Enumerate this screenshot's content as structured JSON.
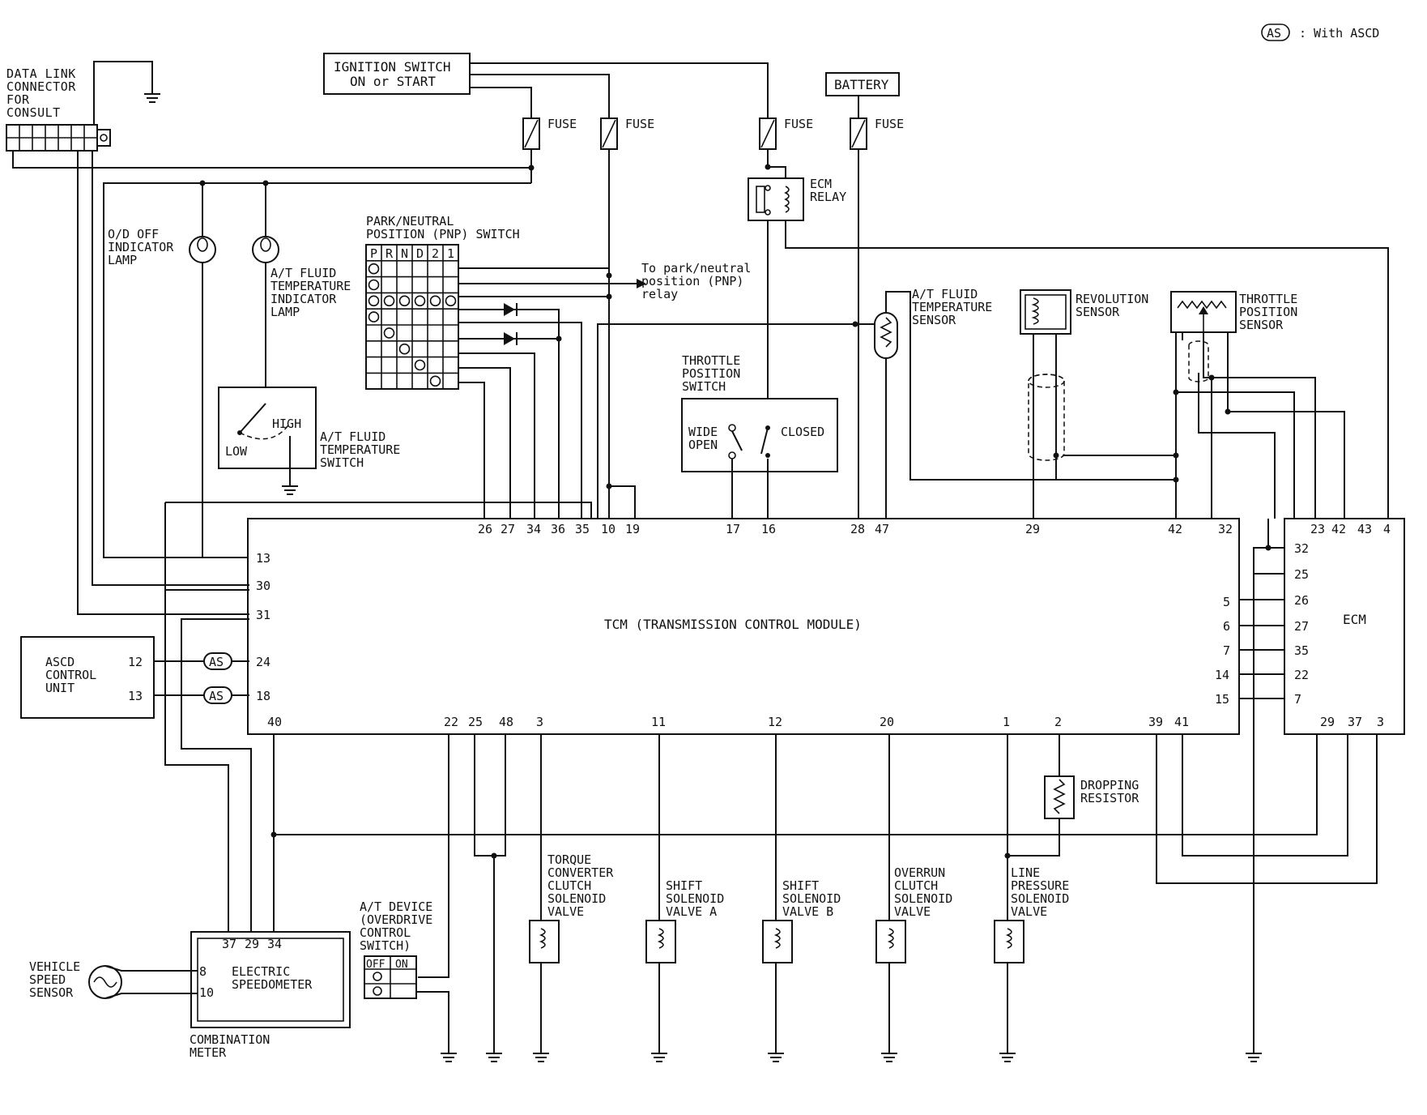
{
  "legend": {
    "badge": "AS",
    "text": ": With ASCD"
  },
  "labels": {
    "dlc": [
      "DATA LINK",
      "CONNECTOR",
      "FOR",
      "CONSULT"
    ],
    "ignition": [
      "IGNITION SWITCH",
      "ON or START"
    ],
    "battery": "BATTERY",
    "fuse": "FUSE",
    "ecm_relay": [
      "ECM",
      "RELAY"
    ],
    "od_lamp": [
      "O/D OFF",
      "INDICATOR",
      "LAMP"
    ],
    "atf_lamp": [
      "A/T FLUID",
      "TEMPERATURE",
      "INDICATOR",
      "LAMP"
    ],
    "pnp_title": [
      "PARK/NEUTRAL",
      "POSITION (PNP) SWITCH"
    ],
    "pnp_cols": [
      "P",
      "R",
      "N",
      "D",
      "2",
      "1"
    ],
    "pnp_relay": [
      "To park/neutral",
      "position (PNP)",
      "relay"
    ],
    "atf_temp_switch": [
      "A/T FLUID",
      "TEMPERATURE",
      "SWITCH"
    ],
    "high": "HIGH",
    "low": "LOW",
    "tps_switch": [
      "THROTTLE",
      "POSITION",
      "SWITCH"
    ],
    "wide_open": [
      "WIDE",
      "OPEN"
    ],
    "closed": "CLOSED",
    "atf_temp_sensor": [
      "A/T FLUID",
      "TEMPERATURE",
      "SENSOR"
    ],
    "revolution_sensor": [
      "REVOLUTION",
      "SENSOR"
    ],
    "throttle_sensor": [
      "THROTTLE",
      "POSITION",
      "SENSOR"
    ],
    "tcm": "TCM (TRANSMISSION CONTROL MODULE)",
    "ecm": "ECM",
    "ascd": [
      "ASCD",
      "CONTROL",
      "UNIT"
    ],
    "dropping_resistor": [
      "DROPPING",
      "RESISTOR"
    ],
    "tcc_valve": [
      "TORQUE",
      "CONVERTER",
      "CLUTCH",
      "SOLENOID",
      "VALVE"
    ],
    "shift_a": [
      "SHIFT",
      "SOLENOID",
      "VALVE A"
    ],
    "shift_b": [
      "SHIFT",
      "SOLENOID",
      "VALVE B"
    ],
    "overrun": [
      "OVERRUN",
      "CLUTCH",
      "SOLENOID",
      "VALVE"
    ],
    "line_pressure": [
      "LINE",
      "PRESSURE",
      "SOLENOID",
      "VALVE"
    ],
    "at_device": [
      "A/T DEVICE",
      "(OVERDRIVE",
      "CONTROL",
      "SWITCH)"
    ],
    "off": "OFF",
    "on": "ON",
    "vss": [
      "VEHICLE",
      "SPEED",
      "SENSOR"
    ],
    "speedometer": [
      "ELECTRIC",
      "SPEEDOMETER"
    ],
    "combination_meter": [
      "COMBINATION",
      "METER"
    ]
  },
  "pins": {
    "tcm_top": [
      "26",
      "27",
      "34",
      "36",
      "35",
      "10",
      "19",
      "17",
      "16",
      "28",
      "47",
      "29",
      "42",
      "32"
    ],
    "tcm_left": [
      "13",
      "30",
      "31",
      "24",
      "18"
    ],
    "tcm_bottom": [
      "40",
      "22",
      "25",
      "48",
      "3",
      "11",
      "12",
      "20",
      "1",
      "2",
      "39",
      "41"
    ],
    "tcm_right": [
      "5",
      "6",
      "7",
      "14",
      "15"
    ],
    "ecm_top": [
      "23",
      "42",
      "43",
      "4"
    ],
    "ecm_left": [
      "32",
      "25",
      "26",
      "27",
      "35",
      "22",
      "7"
    ],
    "ecm_bottom": [
      "29",
      "37",
      "3"
    ],
    "ascd": [
      "12",
      "13"
    ],
    "meter_top": [
      "37",
      "29",
      "34"
    ],
    "meter_left": [
      "8",
      "10"
    ]
  }
}
